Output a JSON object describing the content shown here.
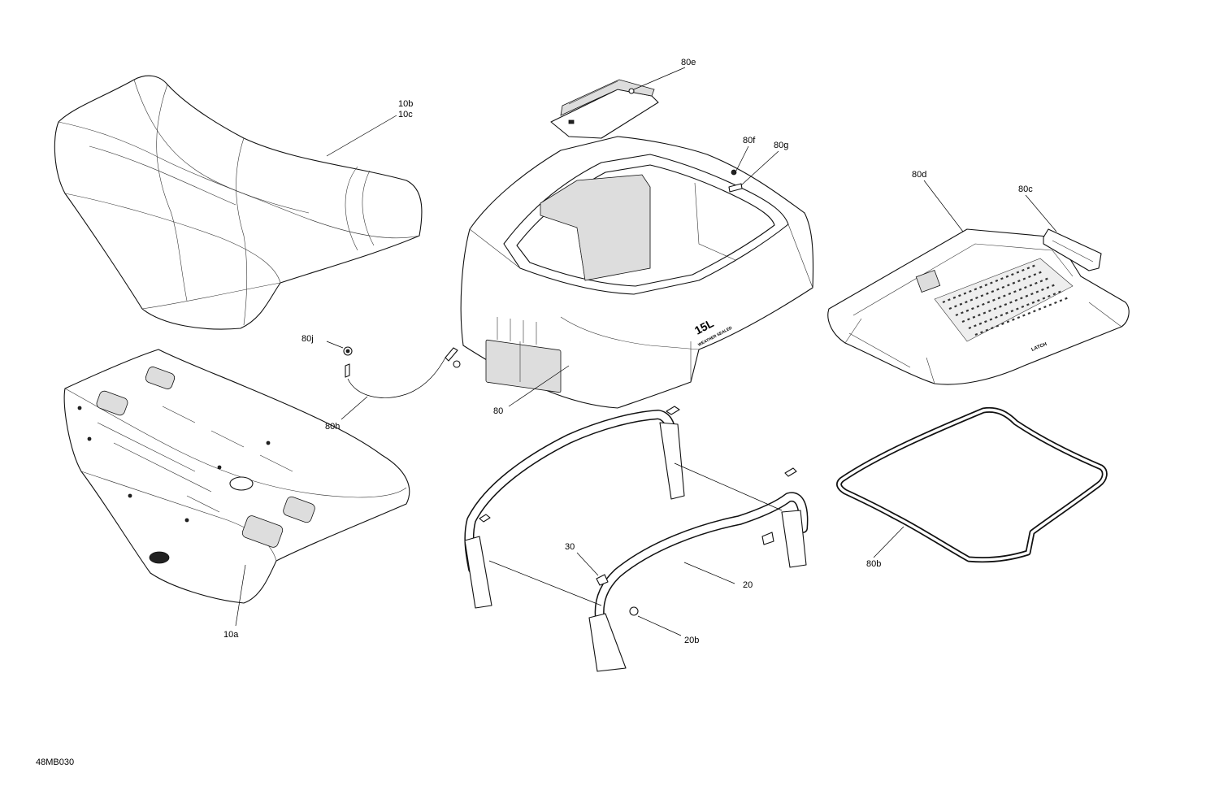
{
  "diagram_code": "48MB030",
  "parts": {
    "seat": "10b",
    "seat_alt": "10c",
    "seat_base": "10a",
    "cover": "80e",
    "screw_f": "80f",
    "screw_g": "80g",
    "lid": "80d",
    "latch": "80c",
    "bin": "80",
    "bin_badge": "15L",
    "bin_badge_sub": "WEATHER SEALED",
    "lid_badge": "LATCH",
    "rivet": "80j",
    "cable": "80h",
    "gasket": "80b",
    "frame": "20",
    "bolt": "30",
    "bushing": "20b"
  }
}
